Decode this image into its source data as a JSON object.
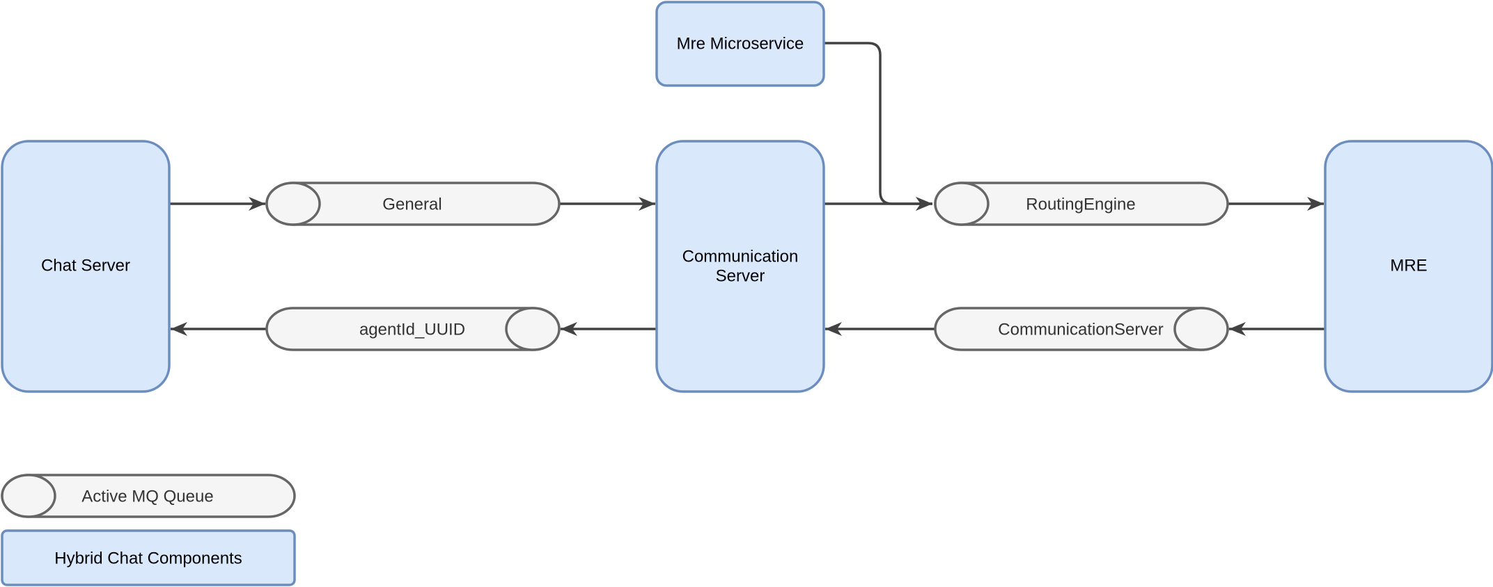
{
  "colors": {
    "component_fill": "#dae8fc",
    "component_stroke": "#6c8ebf",
    "queue_fill": "#f5f5f5",
    "queue_stroke": "#666666",
    "edge": "#424242",
    "text": "#000000",
    "queue_text": "#333333"
  },
  "components": {
    "chat_server": "Chat Server",
    "communication_server_line1": "Communication",
    "communication_server_line2": "Server",
    "mre": "MRE",
    "mre_microservice": "Mre Microservice"
  },
  "queues": {
    "general": "General",
    "agent_id": "agentId_UUID",
    "routing_engine": "RoutingEngine",
    "communication_server": "CommunicationServer"
  },
  "legend": {
    "queue": "Active MQ Queue",
    "component": "Hybrid Chat Components"
  },
  "icons": {
    "edge_arrowhead": "arrowhead-icon",
    "queue_cap": "cylinder-cap-icon"
  }
}
